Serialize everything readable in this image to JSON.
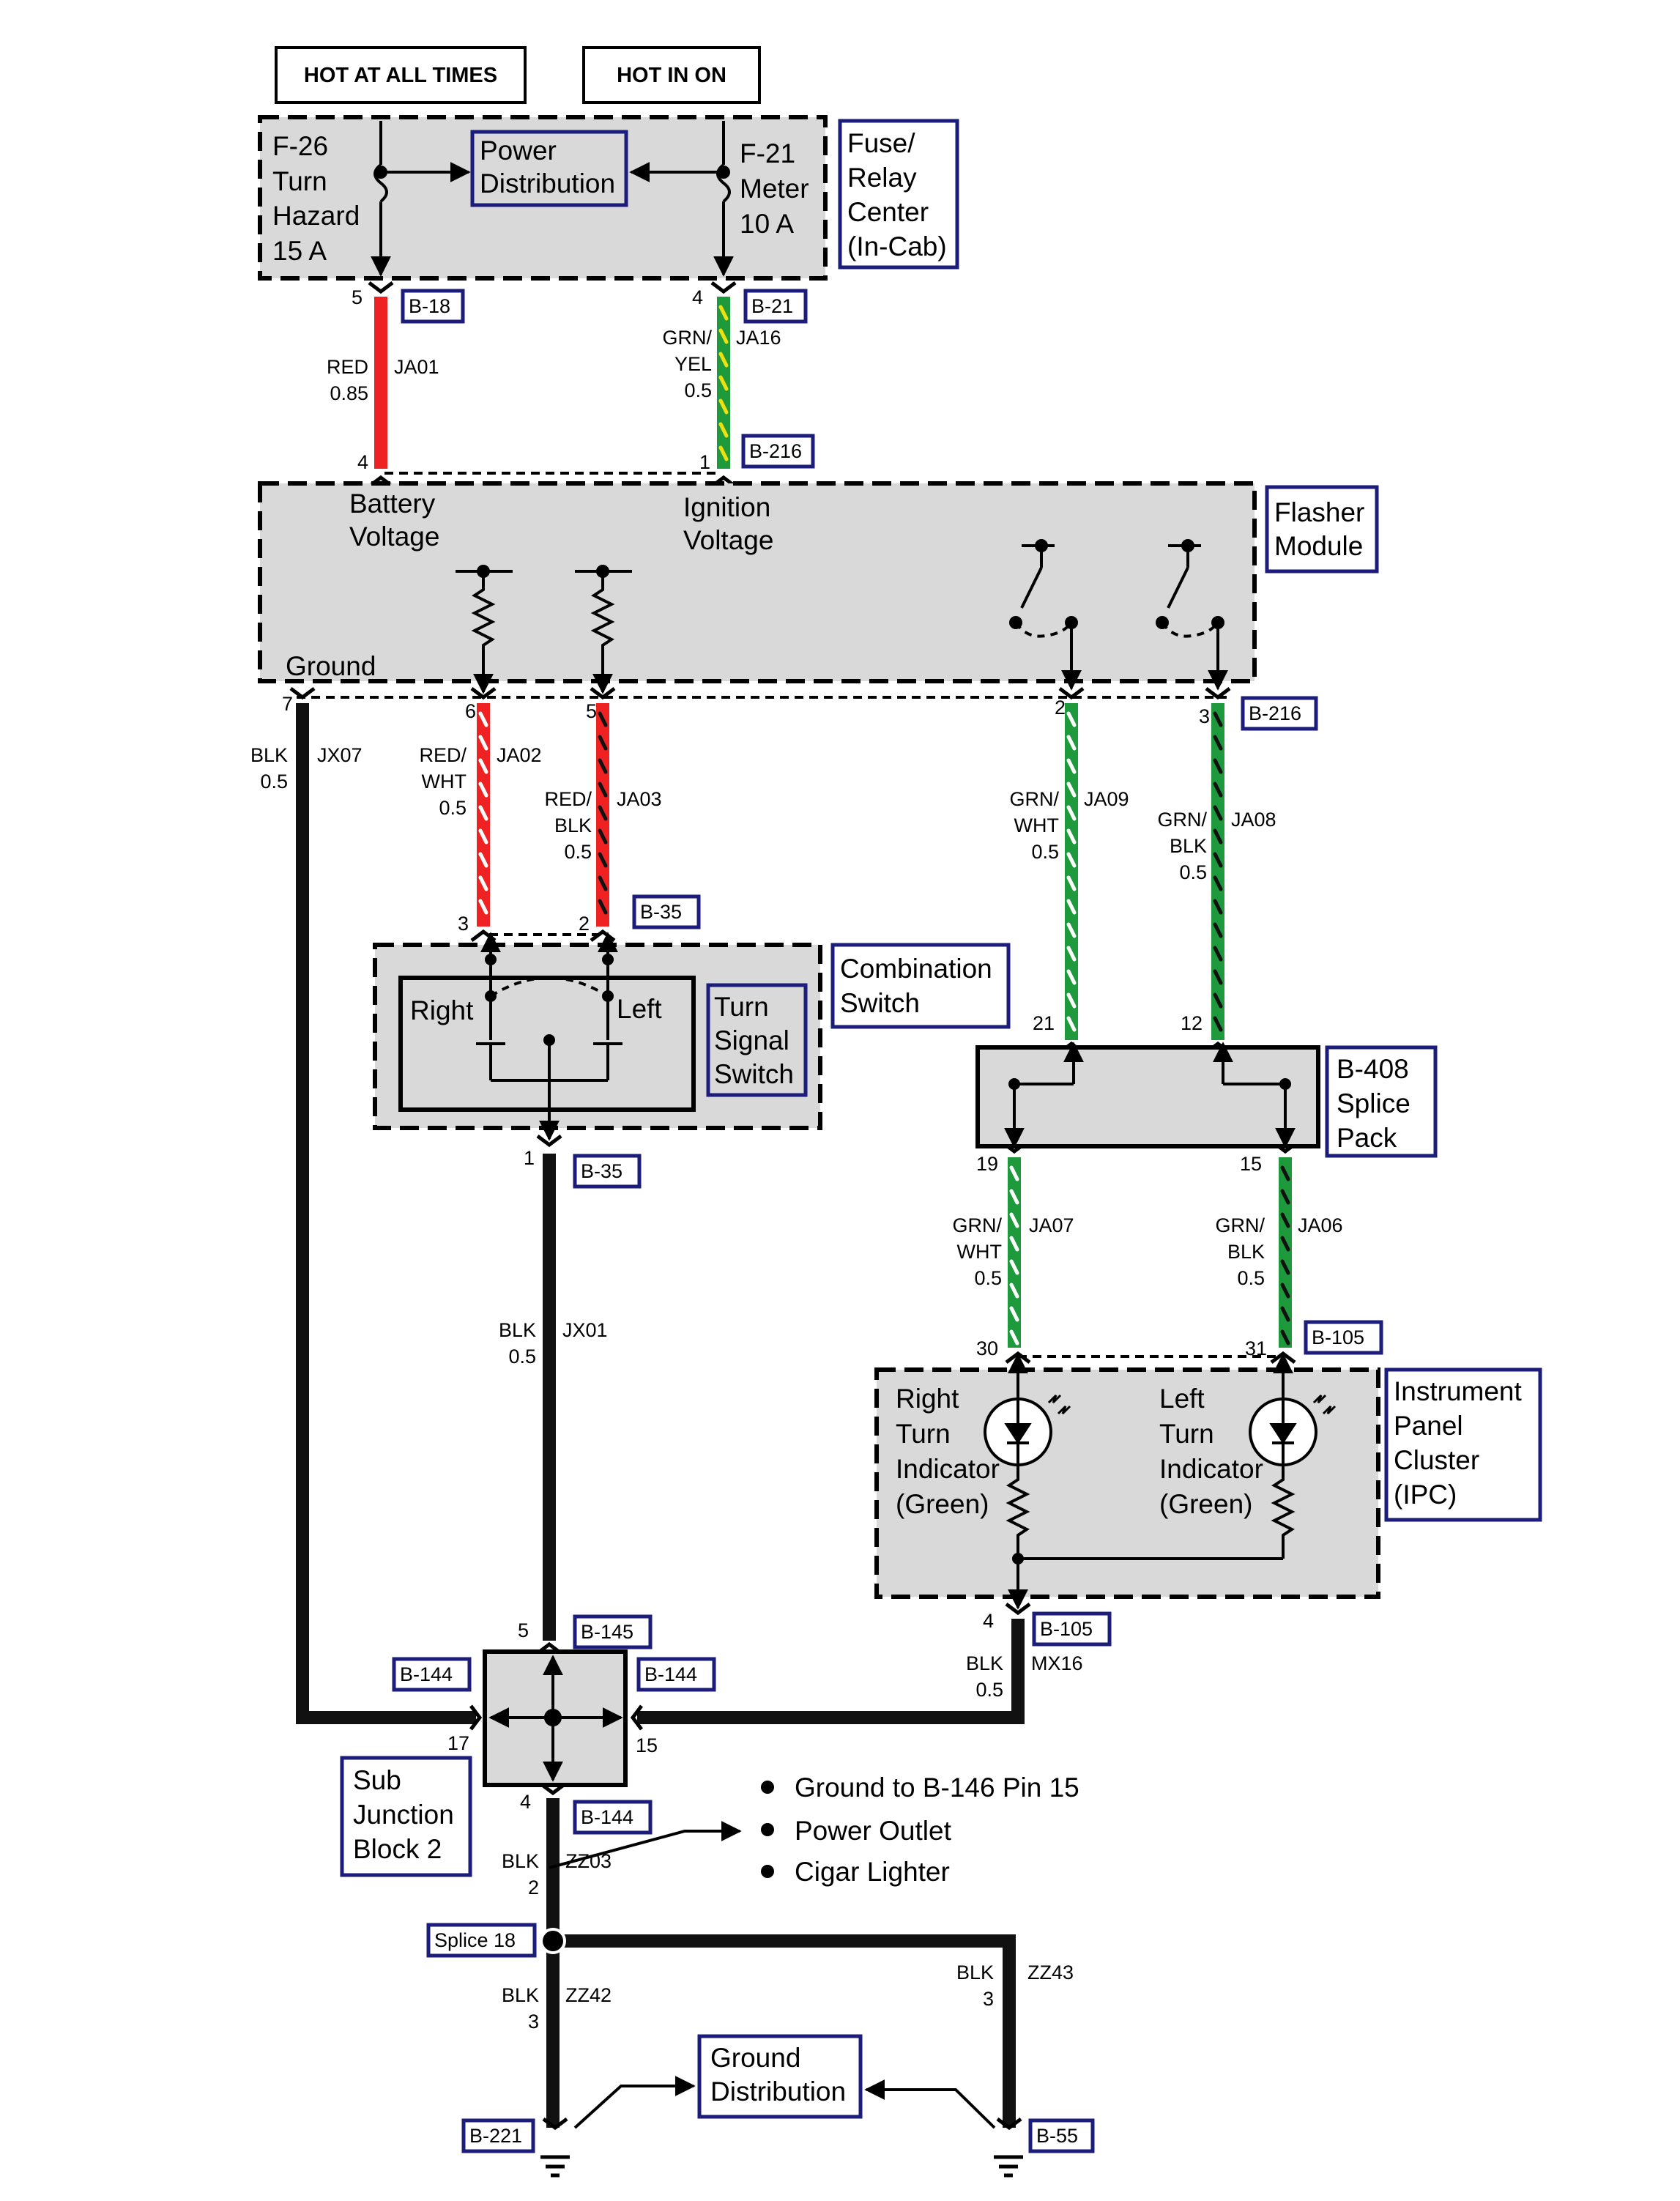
{
  "header": {
    "hot_at_all_times": "HOT AT ALL TIMES",
    "hot_in_on": "HOT IN ON"
  },
  "fuse_center": {
    "label": [
      "Fuse/",
      "Relay",
      "Center",
      "(In-Cab)"
    ],
    "power_distribution": [
      "Power",
      "Distribution"
    ],
    "f26": [
      "F-26",
      "Turn",
      "Hazard",
      "15 A"
    ],
    "f21": [
      "F-21",
      "Meter",
      "10 A"
    ]
  },
  "flasher": {
    "label": [
      "Flasher",
      "Module"
    ],
    "battery_voltage": [
      "Battery",
      "Voltage"
    ],
    "ignition_voltage": [
      "Ignition",
      "Voltage"
    ],
    "ground": "Ground"
  },
  "combination_switch": {
    "label": [
      "Combination",
      "Switch"
    ],
    "turn_signal_switch": [
      "Turn",
      "Signal",
      "Switch"
    ],
    "right": "Right",
    "left": "Left"
  },
  "splice_pack": {
    "label": [
      "B-408",
      "Splice",
      "Pack"
    ]
  },
  "ipc": {
    "label": [
      "Instrument",
      "Panel",
      "Cluster",
      "(IPC)"
    ],
    "right_indicator": [
      "Right",
      "Turn",
      "Indicator",
      "(Green)"
    ],
    "left_indicator": [
      "Left",
      "Turn",
      "Indicator",
      "(Green)"
    ]
  },
  "sub_junction": {
    "label": [
      "Sub",
      "Junction",
      "Block 2"
    ]
  },
  "ground_distribution": {
    "label": [
      "Ground",
      "Distribution"
    ]
  },
  "notes": [
    "Ground to B-146 Pin 15",
    "Power Outlet",
    "Cigar Lighter"
  ],
  "connectors": {
    "b18": "B-18",
    "b21": "B-21",
    "b216_top": "B-216",
    "b216_right": "B-216",
    "b35_top": "B-35",
    "b35_bot": "B-35",
    "b105_top": "B-105",
    "b105_bot": "B-105",
    "b145": "B-145",
    "b144_left": "B-144",
    "b144_right": "B-144",
    "b144_bot": "B-144",
    "splice18": "Splice 18",
    "b221": "B-221",
    "b55": "B-55"
  },
  "pins": {
    "p5_f26": "5",
    "p4_f21": "4",
    "p4_bat": "4",
    "p1_ign": "1",
    "p7": "7",
    "p6": "6",
    "p5": "5",
    "p2": "2",
    "p3": "3",
    "p3_cs": "3",
    "p2_cs": "2",
    "p1_cs": "1",
    "p21": "21",
    "p12": "12",
    "p19": "19",
    "p15": "15",
    "p30": "30",
    "p31": "31",
    "p4_ipc": "4",
    "p5_sjb": "5",
    "p17": "17",
    "p15_sjb": "15",
    "p4_sjb": "4"
  },
  "wires": {
    "ja01": {
      "color": [
        "RED",
        "0.85"
      ],
      "id": "JA01"
    },
    "ja16": {
      "color": [
        "GRN/",
        "YEL",
        "0.5"
      ],
      "id": "JA16"
    },
    "jx07": {
      "color": [
        "BLK",
        "0.5"
      ],
      "id": "JX07"
    },
    "ja02": {
      "color": [
        "RED/",
        "WHT",
        "0.5"
      ],
      "id": "JA02"
    },
    "ja03": {
      "color": [
        "RED/",
        "BLK",
        "0.5"
      ],
      "id": "JA03"
    },
    "ja09": {
      "color": [
        "GRN/",
        "WHT",
        "0.5"
      ],
      "id": "JA09"
    },
    "ja08": {
      "color": [
        "GRN/",
        "BLK",
        "0.5"
      ],
      "id": "JA08"
    },
    "jx01": {
      "color": [
        "BLK",
        "0.5"
      ],
      "id": "JX01"
    },
    "ja07": {
      "color": [
        "GRN/",
        "WHT",
        "0.5"
      ],
      "id": "JA07"
    },
    "ja06": {
      "color": [
        "GRN/",
        "BLK",
        "0.5"
      ],
      "id": "JA06"
    },
    "mx16": {
      "color": [
        "BLK",
        "0.5"
      ],
      "id": "MX16"
    },
    "zz03": {
      "color": [
        "BLK",
        "2"
      ],
      "id": "ZZ03"
    },
    "zz42": {
      "color": [
        "BLK",
        "3"
      ],
      "id": "ZZ42"
    },
    "zz43": {
      "color": [
        "BLK",
        "3"
      ],
      "id": "ZZ43"
    }
  },
  "colors": {
    "red": "#ee2222",
    "green": "#1e9a3c",
    "yellow": "#f0e010",
    "white": "#ffffff",
    "black": "#111111",
    "navy": "#1c1c7a",
    "box_fill": "#d9d9d9"
  }
}
